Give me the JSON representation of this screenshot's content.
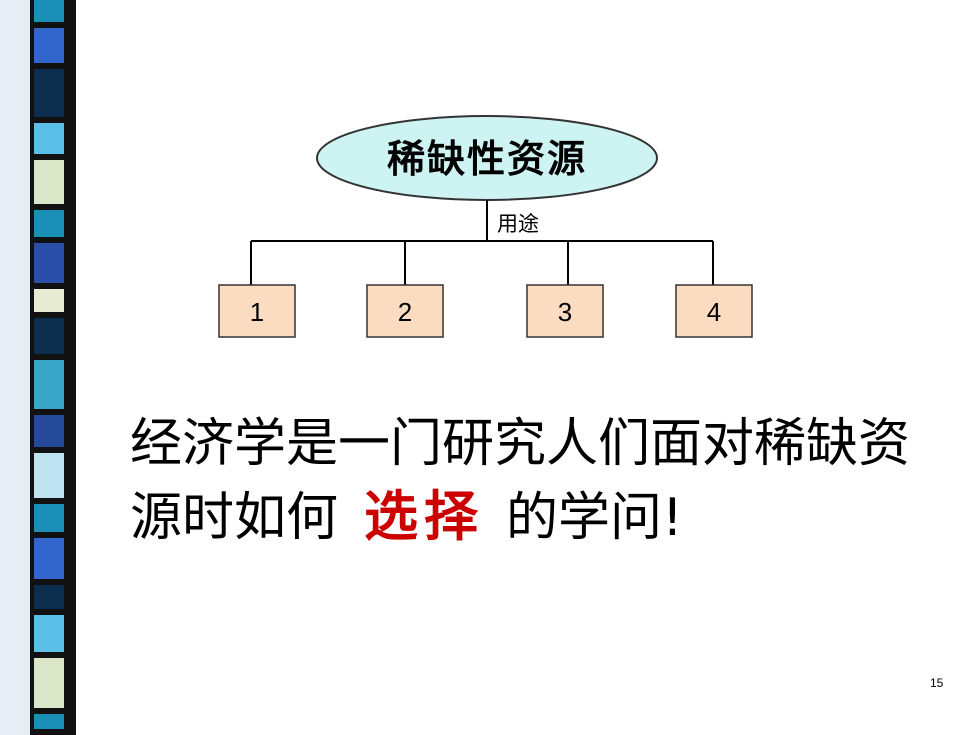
{
  "diagram": {
    "root_label": "稀缺性资源",
    "edge_label": "用途",
    "boxes": [
      "1",
      "2",
      "3",
      "4"
    ]
  },
  "statement": {
    "line1": "经济学是一门研究人们面对稀缺资",
    "line2_before": "源时如何",
    "emphasis": "选择",
    "line2_after": "的学问!"
  },
  "page_number": "15",
  "colors": {
    "ellipse_fill": "#cdf3f2",
    "box_fill": "#fcdcc0",
    "emphasis": "#cc0000"
  }
}
